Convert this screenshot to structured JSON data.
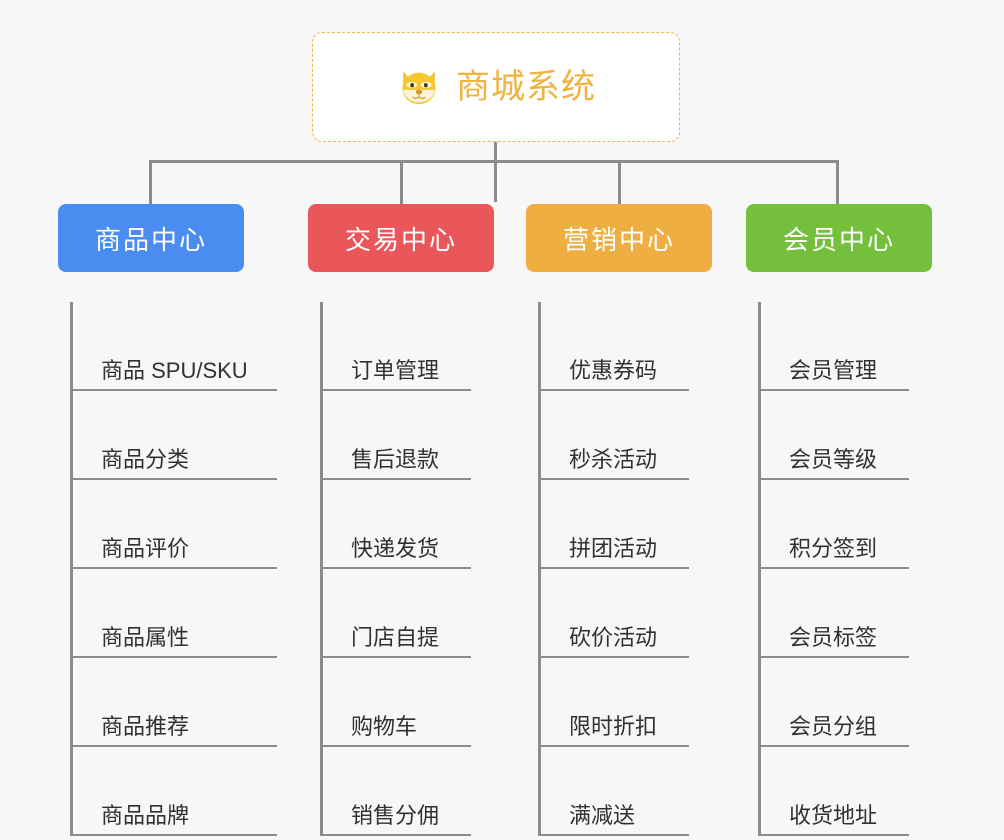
{
  "root": {
    "title": "商城系统",
    "icon": "dog-face-icon",
    "border_color": "#eeb449",
    "text_color": "#eeb43f"
  },
  "connector_color": "#8c8c8c",
  "background": "#f7f7f7",
  "columns": [
    {
      "id": "product-center",
      "label": "商品中心",
      "color": "#4a8cf0",
      "items": [
        "商品 SPU/SKU",
        "商品分类",
        "商品评价",
        "商品属性",
        "商品推荐",
        "商品品牌"
      ]
    },
    {
      "id": "trade-center",
      "label": "交易中心",
      "color": "#e9575a",
      "items": [
        "订单管理",
        "售后退款",
        "快递发货",
        "门店自提",
        "购物车",
        "销售分佣"
      ]
    },
    {
      "id": "marketing-center",
      "label": "营销中心",
      "color": "#eeae42",
      "items": [
        "优惠券码",
        "秒杀活动",
        "拼团活动",
        "砍价活动",
        "限时折扣",
        "满减送"
      ]
    },
    {
      "id": "member-center",
      "label": "会员中心",
      "color": "#74c03c",
      "items": [
        "会员管理",
        "会员等级",
        "积分签到",
        "会员标签",
        "会员分组",
        "收货地址"
      ]
    }
  ]
}
